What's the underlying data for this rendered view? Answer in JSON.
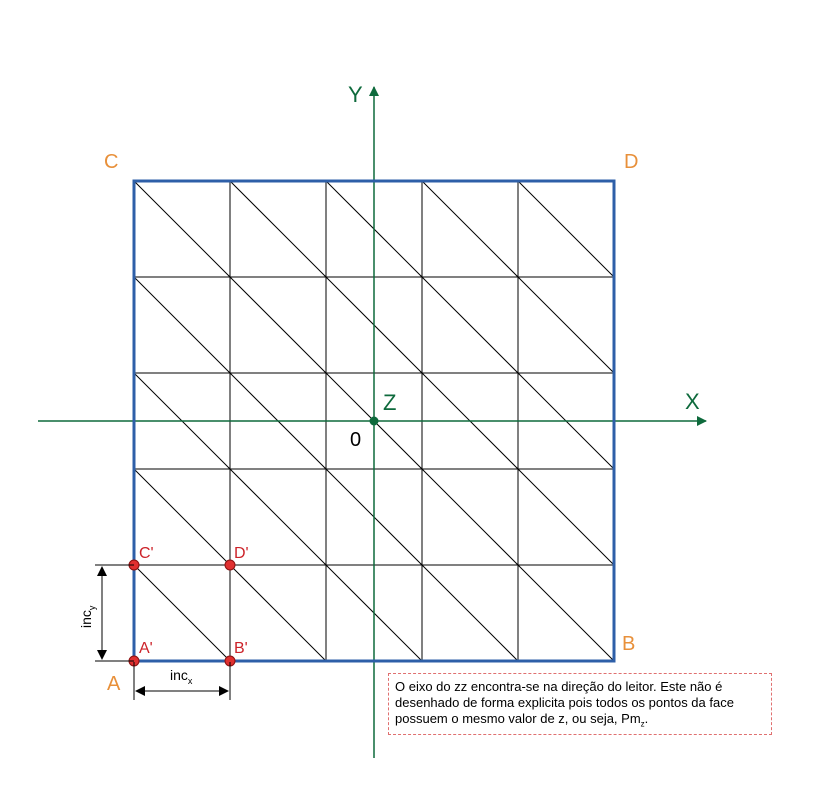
{
  "corners": {
    "A": "A",
    "B": "B",
    "C": "C",
    "D": "D"
  },
  "axes": {
    "x": "X",
    "y": "Y",
    "z": "Z",
    "origin": "0"
  },
  "points": {
    "a_prime": "A'",
    "b_prime": "B'",
    "c_prime": "C'",
    "d_prime": "D'"
  },
  "dimensions": {
    "inc_x_base": "inc",
    "inc_x_sub": "x",
    "inc_y_base": "inc",
    "inc_y_sub": "y"
  },
  "note": {
    "text": "O eixo do zz encontra-se na direção do leitor. Este não é desenhado de forma explicita pois todos os pontos da face possuem o mesmo valor de z, ou seja, Pm",
    "subscript": "z",
    "end": "."
  },
  "grid": {
    "divisions": 5
  },
  "colors": {
    "border": "#2e5fa8",
    "axis": "#0e6a3c",
    "corner_label": "#e8903a",
    "point": "#cc2229",
    "grid_line": "#000000",
    "note_border": "#e07070"
  }
}
